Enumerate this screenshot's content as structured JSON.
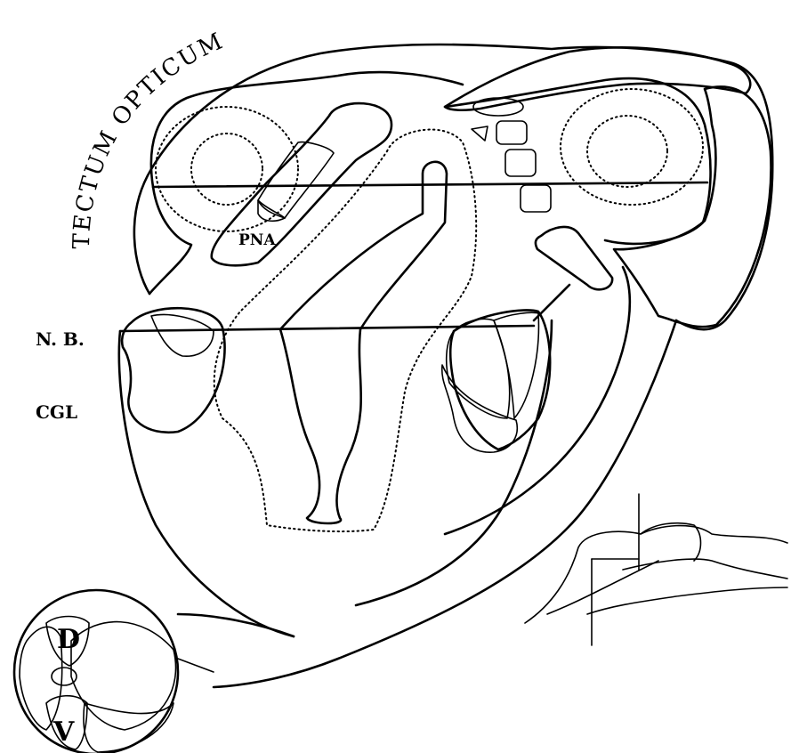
{
  "labels": {
    "tectum_opticum": "TECTUM OPTICUM",
    "pna": "PNA",
    "nb": "N. B.",
    "cgl": "CGL",
    "d": "D",
    "v": "V"
  },
  "colors": {
    "ink": "#000000",
    "paper": "#ffffff"
  }
}
